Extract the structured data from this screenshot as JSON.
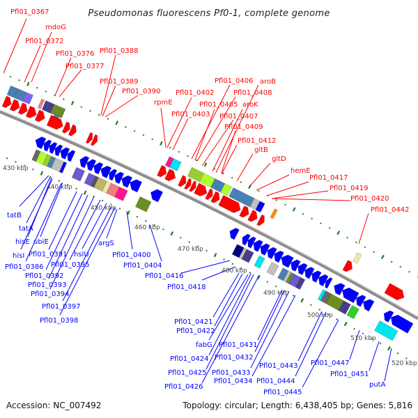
{
  "title": "Pseudomonas fluorescens Pf0-1, complete genome",
  "footer": {
    "accession": "Accession: NC_007492",
    "summary": "Topology: circular; Length: 6,438,405 bp; Genes: 5,816"
  },
  "colors": {
    "forward_strand": "#ff0000",
    "reverse_strand": "#0000ff",
    "backbone": "#8c8c8c",
    "ticks": "#1e7a1e"
  },
  "forward_labels": [
    "Pfl01_0367",
    "mdoG",
    "Pfl01_0372",
    "Pfl01_0376",
    "Pfl01_0377",
    "Pfl01_0388",
    "Pfl01_0389",
    "Pfl01_0390",
    "Pfl01_0402",
    "rpmE",
    "Pfl01_0403",
    "Pfl01_0406",
    "aroB",
    "Pfl01_0408",
    "Pfl01_0405",
    "aroK",
    "Pfl01_0407",
    "Pfl01_0409",
    "Pfl01_0412",
    "gltB",
    "gltD",
    "hemE",
    "Pfl01_0417",
    "Pfl01_0419",
    "Pfl01_0420",
    "Pfl01_0442"
  ],
  "reverse_labels": [
    "tatB",
    "tatA",
    "hisE",
    "ubiE",
    "hisI",
    "Pfl01_0386",
    "Pfl01_0391",
    "Pfl01_0392",
    "Pfl01_0393",
    "Pfl01_0394",
    "Pfl01_0395",
    "hslU",
    "Pfl01_0397",
    "Pfl01_0398",
    "argS",
    "Pfl01_0400",
    "Pfl01_0404",
    "Pfl01_0416",
    "Pfl01_0418",
    "Pfl01_0421",
    "Pfl01_0422",
    "fabG",
    "Pfl01_0431",
    "Pfl01_0424",
    "Pfl01_0432",
    "Pfl01_0425",
    "Pfl01_0433",
    "Pfl01_0426",
    "Pfl01_0434",
    "Pfl01_0443",
    "Pfl01_0444",
    "Pfl01_0445",
    "Pfl01_0447",
    "Pfl01_0451",
    "putA"
  ],
  "scale_labels": [
    "430 kbp",
    "440 kbp",
    "450 kbp",
    "460 kbp",
    "470 kbp",
    "480 kbp",
    "490 kbp",
    "500 kbp",
    "510 kbp",
    "520 kbp"
  ]
}
